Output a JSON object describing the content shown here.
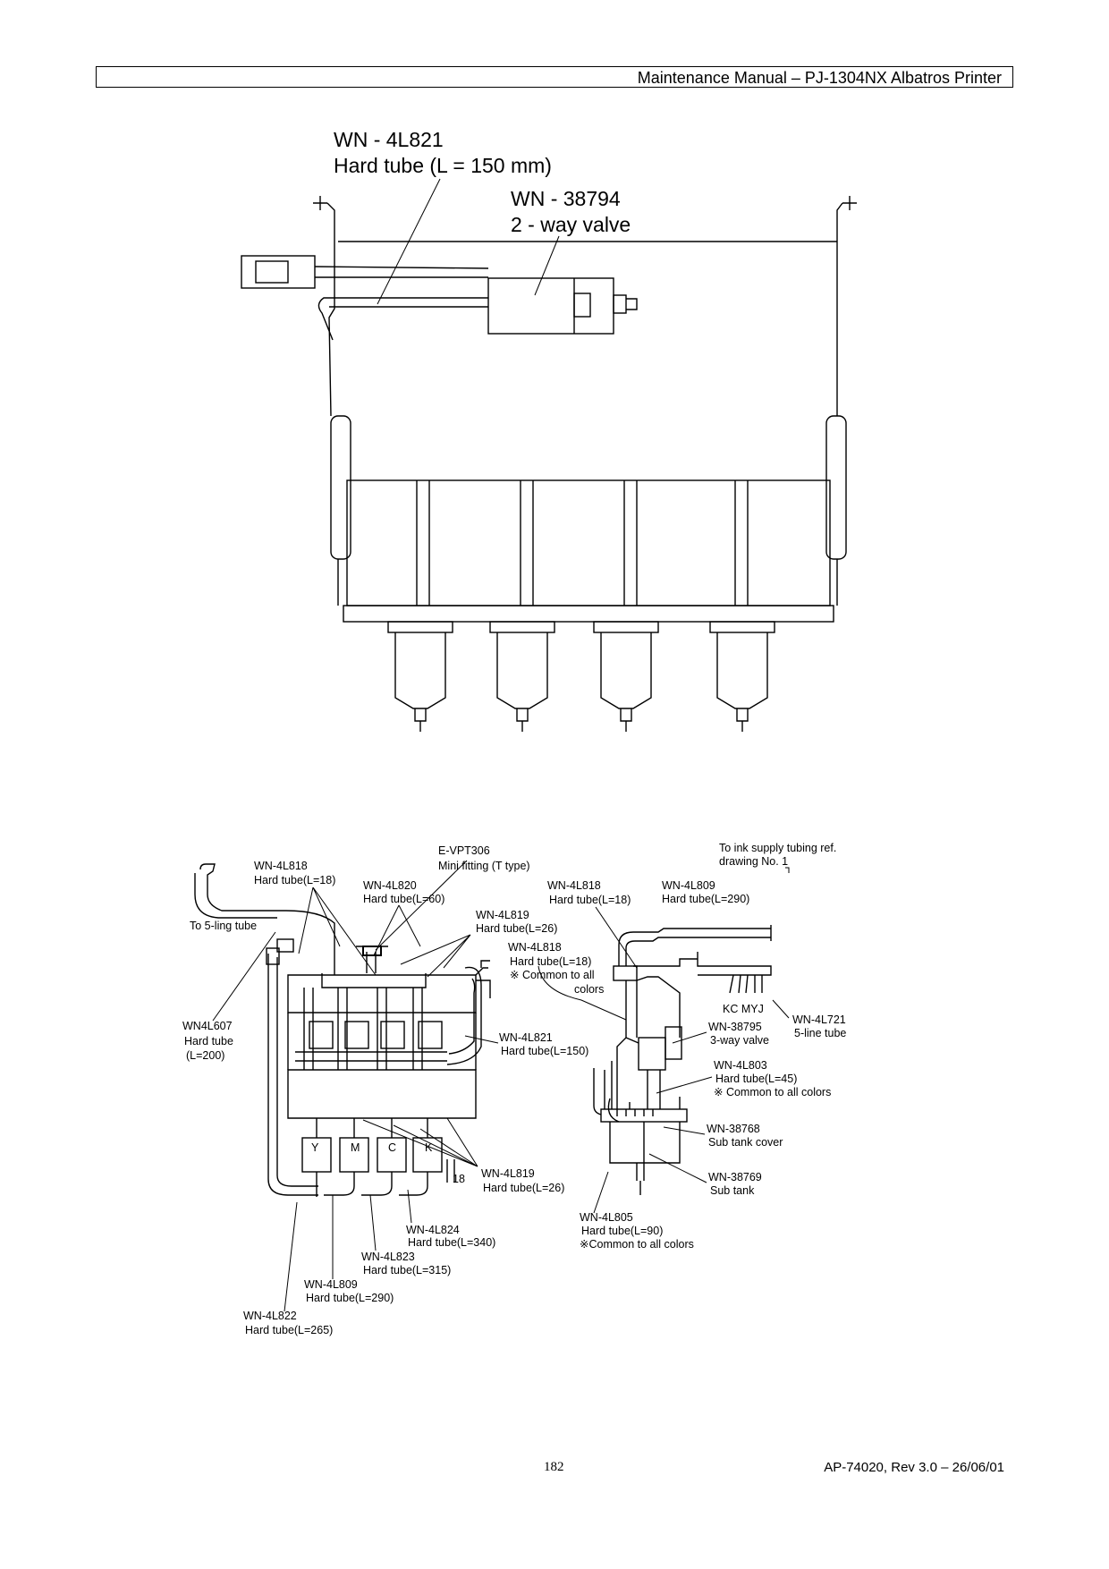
{
  "header": {
    "title": "Maintenance Manual – PJ-1304NX Albatros Printer"
  },
  "figure1": {
    "tube_code": "WN - 4L821",
    "tube_desc": "Hard tube (L = 150 mm)",
    "valve_code": "WN - 38794",
    "valve_desc": "2 - way valve"
  },
  "figure2": {
    "left": {
      "evpt_code": "E-VPT306",
      "evpt_desc": "Mini fitting (T type)",
      "l818_code": "WN-4L818",
      "l818_desc": "Hard tube(L=18)",
      "l820_code": "WN-4L820",
      "l820_desc": "Hard tube(L=60)",
      "l819a_code": "WN-4L819",
      "l819a_desc": "Hard tube(L=26)",
      "to5": "To 5-ling tube",
      "l607_code": "WN4L607",
      "l607_desc1": "Hard tube",
      "l607_desc2": "(L=200)",
      "l821_code": "WN-4L821",
      "l821_desc": "Hard tube(L=150)",
      "color_y": "Y",
      "color_m": "M",
      "color_c": "C",
      "color_k": "K",
      "dim18": "18",
      "l819b_code": "WN-4L819",
      "l819b_desc": "Hard tube(L=26)",
      "l824_code": "WN-4L824",
      "l824_desc": "Hard tube(L=340)",
      "l823_code": "WN-4L823",
      "l823_desc": "Hard tube(L=315)",
      "l809_code": "WN-4L809",
      "l809_desc": "Hard tube(L=290)",
      "l822_code": "WN-4L822",
      "l822_desc": "Hard tube(L=265)"
    },
    "right": {
      "to_ink1": "To ink supply tubing ref.",
      "to_ink2": "drawing No. 1",
      "l818a_code": "WN-4L818",
      "l818a_desc": "Hard tube(L=18)",
      "l809_code": "WN-4L809",
      "l809_desc": "Hard tube(L=290)",
      "l818b_code": "WN-4L818",
      "l818b_desc": "Hard tube(L=18)",
      "common1": "※ Common to all",
      "common1b": "colors",
      "kcmyj": "KC MYJ",
      "l721_code": "WN-4L721",
      "l721_desc": "5-line tube",
      "v38795_code": "WN-38795",
      "v38795_desc": "3-way valve",
      "l803_code": "WN-4L803",
      "l803_desc": "Hard tube(L=45)",
      "common2": "※ Common to all colors",
      "c38768_code": "WN-38768",
      "c38768_desc": "Sub tank cover",
      "c38769_code": "WN-38769",
      "c38769_desc": "Sub tank",
      "l805_code": "WN-4L805",
      "l805_desc": "Hard tube(L=90)",
      "common3": "※Common to all colors"
    }
  },
  "footer": {
    "page": "182",
    "doc": "AP-74020, Rev 3.0 – 26/06/01"
  }
}
